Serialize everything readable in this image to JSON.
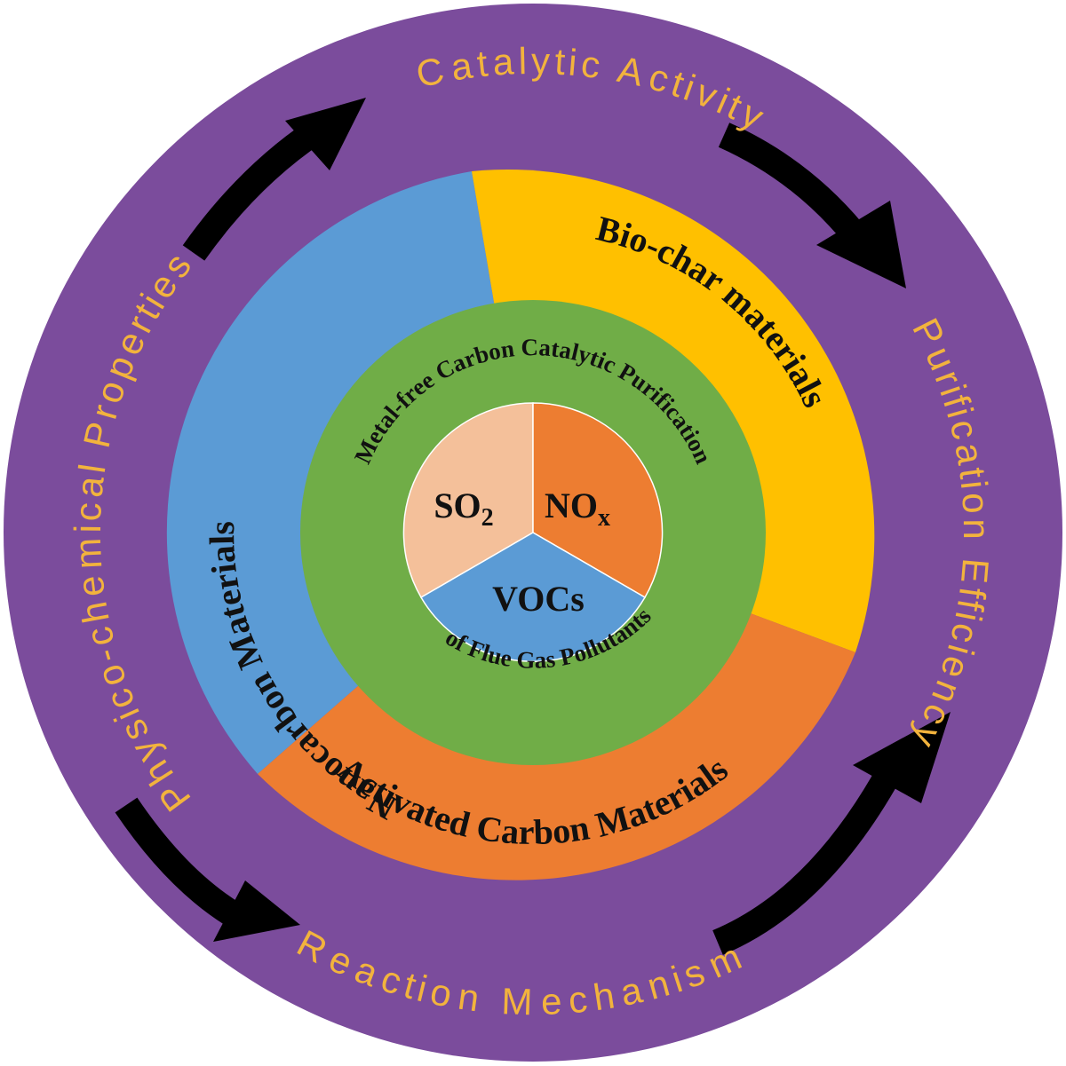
{
  "colors": {
    "outer_ring": "#7b4c9c",
    "outer_text": "#f2b33d",
    "nanocarbon": "#5b9bd5",
    "biochar": "#ffc000",
    "activated": "#ed7d31",
    "inner_ring": "#70ad47",
    "so2": "#f4c09a",
    "nox": "#ed7d31",
    "vocs": "#5b9bd5",
    "arrow": "#000000",
    "dark_text": "#111111"
  },
  "outer": {
    "top": "Catalytic Activity",
    "right": "Purification Efficiency",
    "bottom": "Reaction Mechanism",
    "left": "Physico-chemical Properties"
  },
  "materials": {
    "nanocarbon": "Nanocarbon Materials",
    "biochar": "Bio-char materials",
    "activated": "Activated Carbon Materials"
  },
  "inner_ring": {
    "top": "Metal-free Carbon Catalytic Purification",
    "bottom": "of Flue Gas Pollutants"
  },
  "pollutants": {
    "so2": "SO",
    "so2_sub": "2",
    "nox": "NO",
    "nox_sub": "x",
    "vocs": "VOCs"
  },
  "icons": [
    "cycle-arrow-icon"
  ]
}
